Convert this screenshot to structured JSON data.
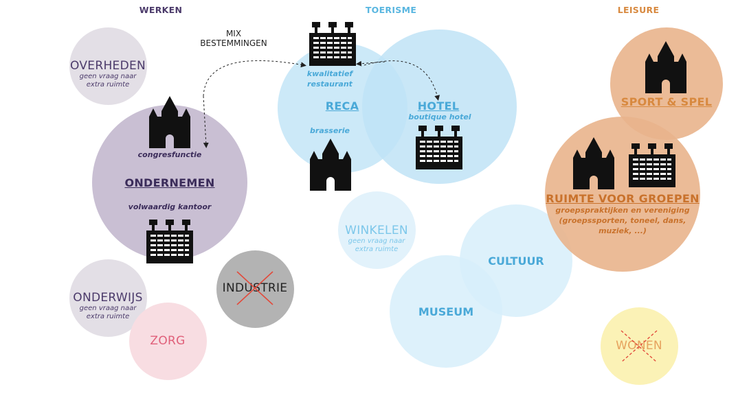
{
  "columns": {
    "werken": "WERKEN",
    "toerisme": "TOERISME",
    "leisure": "LEISURE"
  },
  "colors": {
    "werken_heading": "#4b3a6a",
    "toerisme_heading": "#59b6e0",
    "leisure_heading": "#d8893f",
    "purple_circle": "#c9bfd3",
    "light_purple_circle": "#e3dfe6",
    "blue_circle": "#bfe3f6",
    "light_blue_circle": "#e2f2fb",
    "orange_circle": "#e9b48c",
    "pink_circle": "#f8dde2",
    "grey_circle": "#b3b3b3",
    "yellow_circle": "#fbf2b6",
    "cross_red": "#e24a3b",
    "icon": "#111111"
  },
  "arrow_label": {
    "line1": "MIX",
    "line2": "BESTEMMINGEN"
  },
  "werken": {
    "overheden": {
      "title": "OVERHEDEN",
      "sub1": "geen vraag naar",
      "sub2": "extra ruimte"
    },
    "ondernemen": {
      "title": "ONDERNEMEN",
      "note_top": "congresfunctie",
      "note_bottom": "volwaardig kantoor"
    },
    "onderwijs": {
      "title": "ONDERWIJS",
      "sub1": "geen vraag naar",
      "sub2": "extra ruimte"
    },
    "zorg": {
      "title": "ZORG"
    },
    "industrie": {
      "title": "INDUSTRIE",
      "crossed": true
    }
  },
  "toerisme": {
    "reca": {
      "title": "RECA",
      "note_top1": "kwalitatief",
      "note_top2": "restaurant",
      "note_bottom": "brasserie"
    },
    "hotel": {
      "title": "HOTEL",
      "note": "boutique hotel"
    },
    "winkelen": {
      "title": "WINKELEN",
      "sub1": "geen vraag naar",
      "sub2": "extra ruimte"
    },
    "cultuur": {
      "title": "CULTUUR"
    },
    "museum": {
      "title": "MUSEUM"
    }
  },
  "leisure": {
    "sport": {
      "title": "SPORT & SPEL"
    },
    "ruimte": {
      "title": "RUIMTE VOOR GROEPEN",
      "line1": "groepspraktijken en vereniging",
      "line2": "(groepssporten, toneel, dans,",
      "line3": "muziek, ...)"
    },
    "wonen": {
      "title": "WONEN",
      "crossed": true
    }
  },
  "icons": {
    "castle": "castle-icon",
    "building": "building-icon"
  }
}
